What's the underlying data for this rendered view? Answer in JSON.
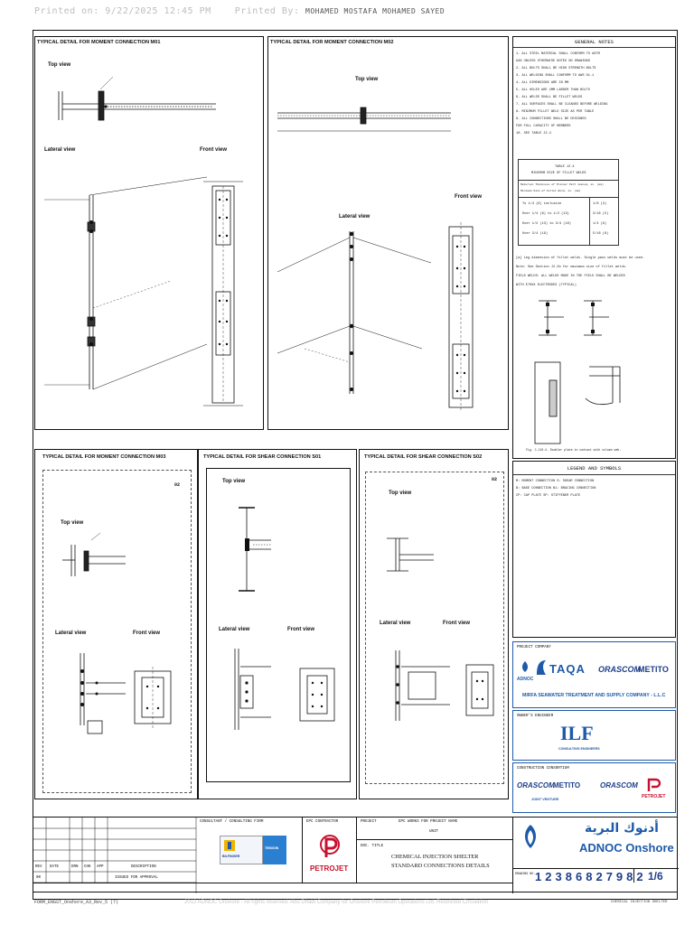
{
  "print_header": {
    "printed_on_label": "Printed on:",
    "printed_on_value": "9/22/2025 12:45 PM",
    "printed_by_label": "Printed By:",
    "printed_by_value": "MOHAMED MOSTAFA MOHAMED SAYED"
  },
  "panels": {
    "m01": {
      "title": "TYPICAL DETAIL FOR MOMENT CONNECTION M01",
      "top": "Top view",
      "lateral": "Lateral view",
      "front": "Front view"
    },
    "m02": {
      "title": "TYPICAL DETAIL FOR MOMENT CONNECTION M02",
      "top": "Top view",
      "lateral": "Lateral view",
      "front": "Front view"
    },
    "m03": {
      "title": "TYPICAL DETAIL FOR MOMENT CONNECTION M03",
      "top": "Top view",
      "lateral": "Lateral view",
      "front": "Front view",
      "tag": "02"
    },
    "s01": {
      "title": "TYPICAL DETAIL FOR SHEAR CONNECTION S01",
      "top": "Top view",
      "lateral": "Lateral view",
      "front": "Front view"
    },
    "s02": {
      "title": "TYPICAL DETAIL FOR SHEAR CONNECTION S02",
      "top": "Top view",
      "lateral": "Lateral view",
      "front": "Front view",
      "tag": "02"
    }
  },
  "general_notes": {
    "heading": "GENERAL NOTES",
    "lines": [
      "1- ALL STEEL MATERIAL SHALL CONFORM TO ASTM",
      "   A36 UNLESS OTHERWISE NOTED ON DRAWINGS",
      "2- ALL BOLTS SHALL BE HIGH STRENGTH BOLTS",
      "3- ALL WELDING SHALL CONFORM TO AWS D1.1",
      "4- ALL DIMENSIONS ARE IN MM",
      "5- ALL HOLES ARE 2MM LARGER THAN BOLTS",
      "6- ALL WELDS SHALL BE FILLET WELDS",
      "7- ALL SURFACES SHALL BE CLEANED BEFORE WELDING",
      "8- MINIMUM FILLET WELD SIZE AS PER TABLE",
      "9- ALL CONNECTIONS SHALL BE DESIGNED",
      "   FOR FULL CAPACITY OF MEMBERS",
      "10- SEE TABLE J2.4"
    ],
    "table_title_1": "TABLE J2.4",
    "table_title_2": "MINIMUM SIZE OF FILLET WELDS",
    "table_col_1": "Material Thickness of Thinner Part Joined, in. (mm)",
    "table_col_2": "Minimum Size of Fillet Weld, in. (mm)",
    "table_rows": [
      [
        "To 1/4 (6) inclusive",
        "1/8 (3)"
      ],
      [
        "Over 1/4 (6) to 1/2 (13)",
        "3/16 (5)"
      ],
      [
        "Over 1/2 (13) to 3/4 (19)",
        "1/4 (6)"
      ],
      [
        "Over 3/4 (19)",
        "5/16 (8)"
      ]
    ],
    "footnote_lines": [
      "[a] Leg dimension of fillet welds. Single pass welds must be used.",
      "Note: See Section J2.2b for maximum size of fillet welds.",
      "FIELD WELDS: ALL WELDS MADE IN THE FIELD SHALL BE WELDED",
      "WITH E70XX ELECTRODES (TYPICAL)"
    ],
    "fig_caption": "Fig. C-J10.4. Doubler plate in contact with column web."
  },
  "legend": {
    "heading": "LEGEND AND SYMBOLS",
    "lines": [
      "M: MOMENT CONNECTION   S: SHEAR CONNECTION",
      "B: BASE CONNECTION     B1: BRACING CONNECTION",
      "CP: CAP PLATE          SP: STIFFENER PLATE"
    ]
  },
  "project_company": {
    "label": "PROJECT COMPANY",
    "brand_taqa": "TAQA",
    "brand_orascom": "ORASCOM",
    "brand_metito": "METITO",
    "brand_adnoc": "ADNOC",
    "company_name": "MIRFA SEAWATER TREATMENT AND SUPPLY COMPANY - L.L.C"
  },
  "owner_engineer": {
    "label": "OWNER'S ENGINEER",
    "brand": "ILF",
    "sub": "CONSULTING ENGINEERS"
  },
  "contractor": {
    "label": "CONSTRUCTION CONSORTIUM",
    "brand_orascom": "ORASCOM",
    "brand_metito": "METITO",
    "brand_petrojet": "PETROJET",
    "jv": "JOINT VENTURE"
  },
  "title_block": {
    "consultant_label": "CONSULTANT / CONSULTING FIRM",
    "epc_label": "EPC CONTRACTOR",
    "project_label": "PROJECT",
    "project_value": "EPC WORKS FOR PROJECT NAME",
    "unit_label": "UNIT",
    "doc_title_label": "DOC. TITLE",
    "doc_title_1": "CHEMICAL INJECTION SHELTER",
    "doc_title_2": "STANDARD CONNECTIONS DETAILS",
    "rev_headers": [
      "REV",
      "DATE",
      "DRN",
      "CHK",
      "APP",
      "DESCRIPTION"
    ],
    "rev_row": [
      "00",
      "",
      "",
      "",
      "",
      "ISSUED FOR APPROVAL"
    ],
    "bilfinger": "BILFINGER",
    "tebodin": "TEBODIN",
    "petrojet": "PETROJET",
    "adnoc_arabic": "أدنوك البرية",
    "adnoc_onshore": "ADNOC Onshore",
    "drawing_label": "DRAWING NO.",
    "drawing_no": "1 2 3 8 6 8 2 7 9 8 2",
    "sheet": "1/6",
    "file_name": "FORM_ENGST_Onshore_A3_Rev_5 (7)",
    "project_no": "CHEMICAL INJECTION SHELTER"
  },
  "footer": {
    "copyright": "2012 ADNOC Onshore - All rights reserved. Abu Dhabi Company for Onshore Petroleum Operations Ltd. Restricted Circulation"
  }
}
